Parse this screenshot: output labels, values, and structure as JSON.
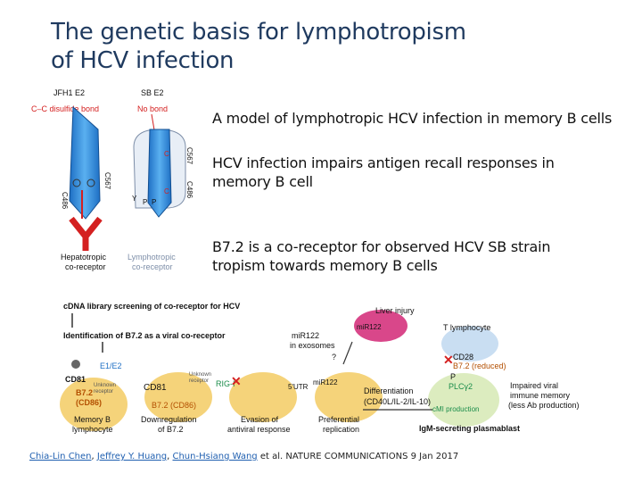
{
  "title_line1": "The genetic basis for lymphotropism",
  "title_line2": "of HCV infection",
  "bullets": [
    "A model of lymphotropic HCV infection in memory B cells",
    "HCV infection impairs antigen recall responses in memory B cell",
    "B7.2 is a co-receptor for observed HCV SB strain tropism towards memory B cells"
  ],
  "figure_top": {
    "jfh1": "JFH1 E2",
    "sb": "SB E2",
    "cc_bond": "C–C disulfide bond",
    "no_bond": "No bond",
    "c486": "C486",
    "c567_left": "C567",
    "c567_right": "C567",
    "c486_right": "C486",
    "hep_line1": "Hepatotropic",
    "hep_line2": "co-receptor",
    "lym_line1": "Lymphotropic",
    "lym_line2": "co-receptor",
    "c": "C",
    "y": "Y",
    "p": "P"
  },
  "figure_bottom": {
    "step1": "cDNA library screening of co-receptor for HCV",
    "step2": "Identification of B7.2 as a viral co-receptor",
    "liver": "Liver injury",
    "mir_exo_1": "miR122",
    "mir_exo_2": "in exosomes",
    "mir_liver": "miR122",
    "mir_cell": "miR122",
    "tlym": "T lymphocyte",
    "cd81": "CD81",
    "cd81b": "CD81",
    "e1e2": "E1/E2",
    "b72": "B7.2",
    "cd86": "(CD86)",
    "b72b": "B7.2 (CD86)",
    "unknown1": "Unknown",
    "unknown2": "receptor",
    "rigi": "RIG-I",
    "utr": "5'UTR",
    "diff": "Differentiation",
    "cd40": "(CD40L/IL-2/IL-10)",
    "cd28": "CD28",
    "b72_reduced": "B7.2 (reduced)",
    "plcg": "PLCγ2",
    "impaired1": "Impaired viral",
    "impaired2": "immune memory",
    "impaired3": "(less Ab production)",
    "cmi": "cMI production",
    "igm": "IgM-secreting plasmablast",
    "memb1": "Memory B",
    "memb2": "lymphocyte",
    "down1": "Downregulation",
    "down2": "of B7.2",
    "evas1": "Evasion of",
    "evas2": "antiviral response",
    "pref1": "Preferential",
    "pref2": "replication",
    "q": "?",
    "p": "P"
  },
  "citation": {
    "author1": "Chia-Lin Chen",
    "author2": "Jeffrey Y. Huang",
    "author3": "Chun-Hsiang Wang",
    "rest": " et al. NATURE COMMUNICATIONS 9 Jan 2017"
  }
}
